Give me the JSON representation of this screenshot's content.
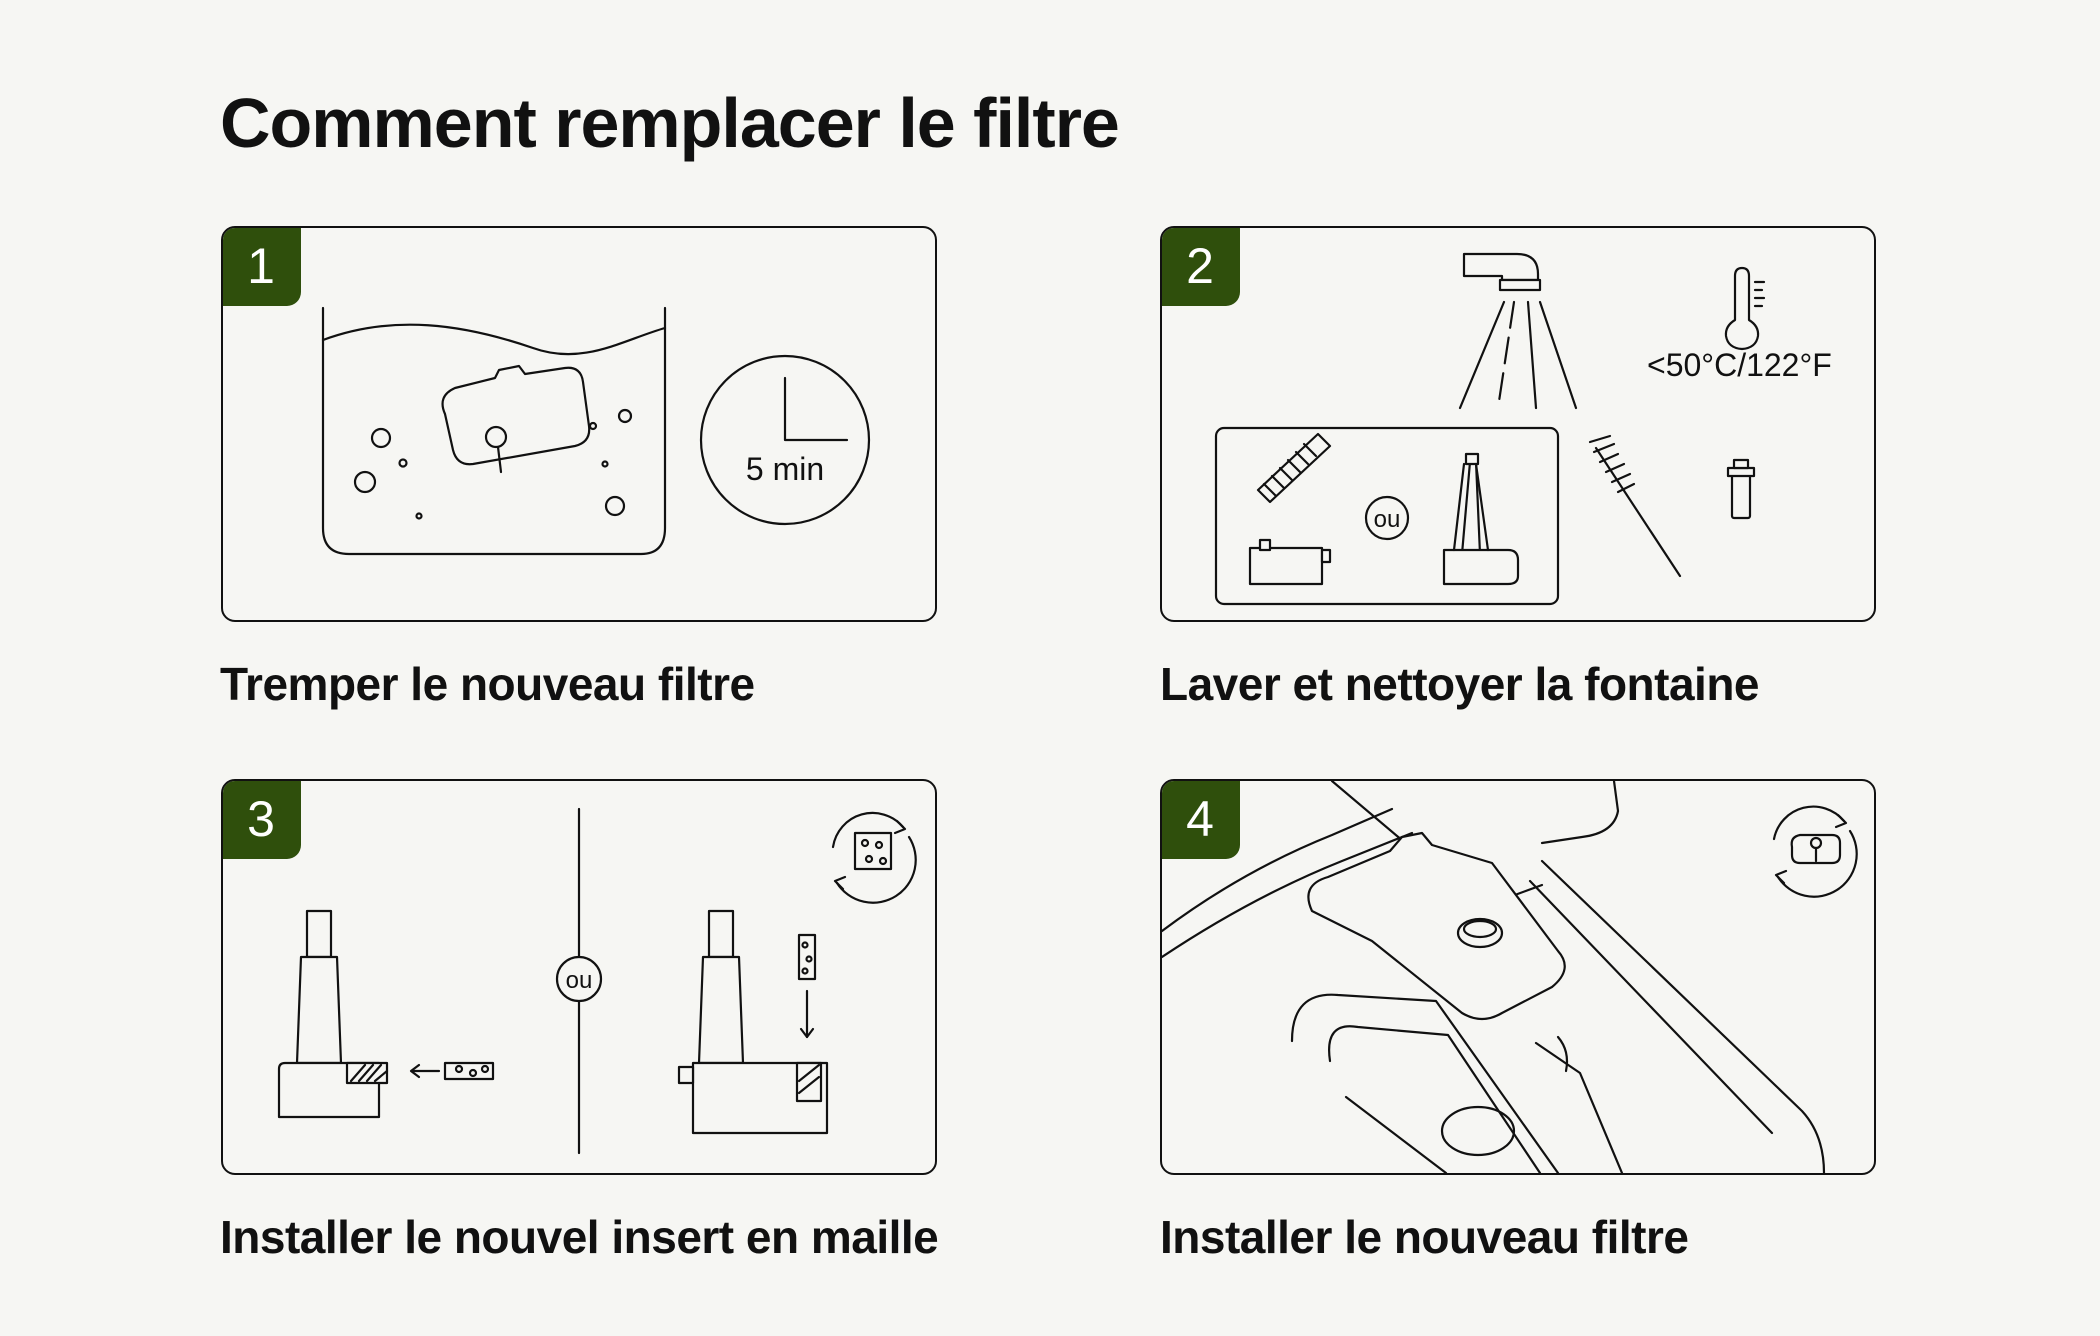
{
  "title": "Comment remplacer le filtre",
  "colors": {
    "accent": "#2f4f0c",
    "background": "#f6f6f3",
    "line": "#111111"
  },
  "steps": [
    {
      "number": "1",
      "caption": "Tremper le nouveau filtre",
      "timer": "5 min"
    },
    {
      "number": "2",
      "caption": "Laver et nettoyer la fontaine",
      "temperature": "<50°C/122°F",
      "or_label": "ou"
    },
    {
      "number": "3",
      "caption": "Installer le nouvel insert en maille",
      "or_label": "ou"
    },
    {
      "number": "4",
      "caption": "Installer le nouveau filtre"
    }
  ],
  "icons": [
    "clock-icon",
    "faucet-icon",
    "thermometer-icon",
    "brush-icon",
    "rotate-replace-icon"
  ]
}
